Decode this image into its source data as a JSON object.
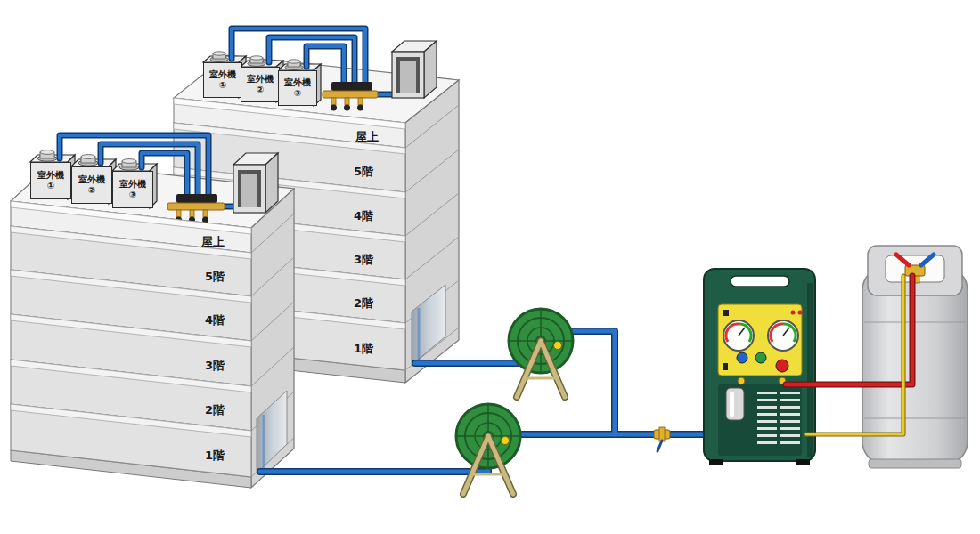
{
  "diagram": {
    "nodes": [
      {
        "text": [
          "室外機 ①"
        ]
      },
      {
        "text": [
          "室外機 ②"
        ]
      },
      {
        "text": [
          "室外機 ③"
        ]
      },
      {
        "text": [
          "屋上"
        ]
      },
      {
        "text": [
          "5階"
        ]
      },
      {
        "text": [
          "4階"
        ]
      },
      {
        "text": [
          "3階"
        ]
      },
      {
        "text": [
          "2階"
        ]
      },
      {
        "text": [
          "1階"
        ]
      },
      {
        "text": [
          "室外機 ①"
        ]
      },
      {
        "text": [
          "室外機 ②"
        ]
      },
      {
        "text": [
          "室外機 ③"
        ]
      },
      {
        "text": [
          "屋上"
        ]
      },
      {
        "text": [
          "5階"
        ]
      },
      {
        "text": [
          "4階"
        ]
      },
      {
        "text": [
          "3階"
        ]
      },
      {
        "text": [
          "2階"
        ]
      },
      {
        "text": [
          "1階"
        ]
      }
    ]
  }
}
